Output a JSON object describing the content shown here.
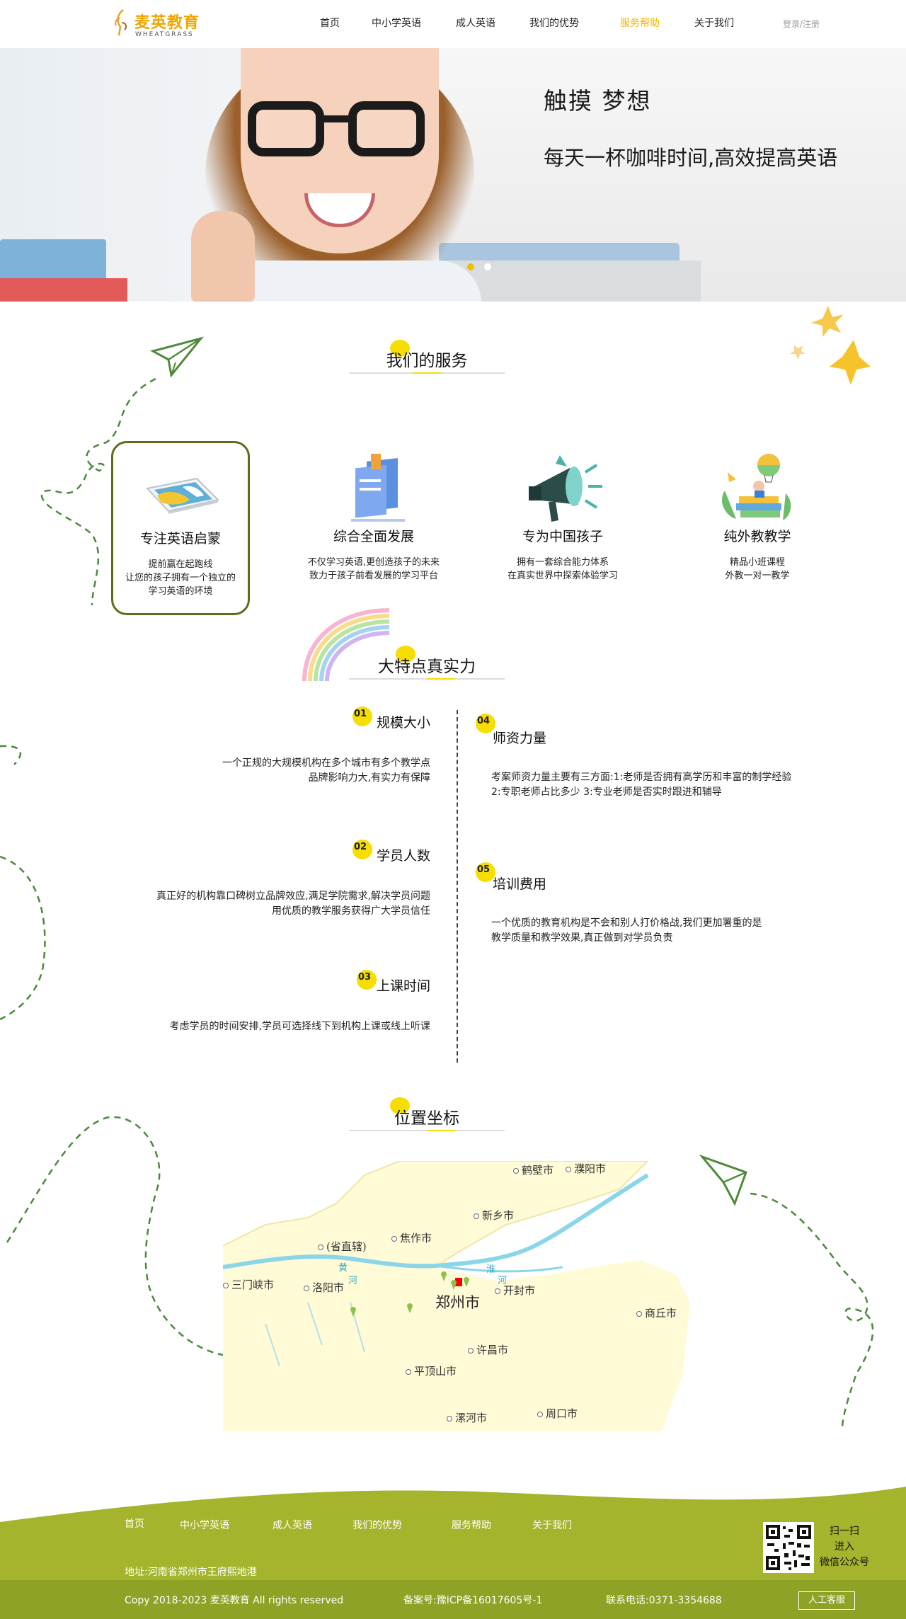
{
  "brand": {
    "cn": "麦英教育",
    "en": "WHEATGRASS",
    "accent": "#f0b400"
  },
  "nav": {
    "items": [
      {
        "label": "首页"
      },
      {
        "label": "中小学英语"
      },
      {
        "label": "成人英语"
      },
      {
        "label": "我们的优势"
      },
      {
        "label": "服务帮助",
        "active": true
      },
      {
        "label": "关于我们"
      }
    ],
    "login": "登录/注册"
  },
  "banner": {
    "line1": "触摸  梦想",
    "line2": "每天一杯咖啡时间,高效提高英语",
    "active_slide": 1,
    "slide_count": 2
  },
  "services": {
    "title": "我们的服务",
    "items": [
      {
        "title": "专注英语启蒙",
        "desc1": "提前赢在起跑线",
        "desc2": "让您的孩子拥有一个独立的",
        "desc3": "学习英语的环境",
        "icon": "tablet-icon",
        "selected": true
      },
      {
        "title": "综合全面发展",
        "desc1": "不仅学习英语,更创造孩子的未来",
        "desc2": "致力于孩子前看发展的学习平台",
        "desc3": "",
        "icon": "books-icon"
      },
      {
        "title": "专为中国孩子",
        "desc1": "拥有一套综合能力体系",
        "desc2": "在真实世界中探索体验学习",
        "desc3": "",
        "icon": "megaphone-icon"
      },
      {
        "title": "纯外教教学",
        "desc1": "精品小班课程",
        "desc2": "外教一对一教学",
        "desc3": "",
        "icon": "balloon-books-icon"
      }
    ]
  },
  "features": {
    "title": "大特点真实力",
    "items": [
      {
        "num": "01",
        "title": "规模大小",
        "desc1": "一个正规的大规模机构在多个城市有多个教学点",
        "desc2": "品牌影响力大,有实力有保障"
      },
      {
        "num": "02",
        "title": "学员人数",
        "desc1": "真正好的机构靠口碑树立品牌效应,满足学院需求,解决学员问题",
        "desc2": "用优质的教学服务获得广大学员信任"
      },
      {
        "num": "03",
        "title": "上课时间",
        "desc1": "考虑学员的时间安排,学员可选择线下到机构上课或线上听课",
        "desc2": ""
      },
      {
        "num": "04",
        "title": "师资力量",
        "desc1": "考案师资力量主要有三方面:1:老师是否拥有高学历和丰富的制学经验",
        "desc2": "2:专职老师占比多少 3:专业老师是否实时跟进和辅导"
      },
      {
        "num": "05",
        "title": "培训费用",
        "desc1": "一个优质的教育机构是不会和别人打价格战,我们更加署重的是",
        "desc2": "教学质量和教学效果,真正做到对学员负责"
      }
    ]
  },
  "location": {
    "title": "位置坐标",
    "map": {
      "cities": [
        "鹤壁市",
        "濮阳市",
        "新乡市",
        "焦作市",
        "(省直辖)",
        "三门峡市",
        "洛阳市",
        "开封市",
        "郑州市",
        "商丘市",
        "许昌市",
        "平顶山市",
        "漯河市",
        "周口市"
      ],
      "river_labels": [
        "黄",
        "河",
        "淮",
        "河"
      ],
      "land_color": "#fffbd6",
      "river_color": "#8ad6e8"
    }
  },
  "footer": {
    "nav": [
      "首页",
      "中小学英语",
      "成人英语",
      "我们的优势",
      "服务帮助",
      "关于我们"
    ],
    "address": "地址:河南省郑州市王府熙地港",
    "qr_text1": "扫一扫",
    "qr_text2": "进入",
    "qr_text3": "微信公众号",
    "copyright": "Copy 2018-2023  麦英教育 All rights reserved",
    "icp": "备案号:豫ICP备16017605号-1",
    "phone": "联系电话:0371-3354688",
    "service_button": "人工客服",
    "bg_color": "#a4b52d"
  }
}
